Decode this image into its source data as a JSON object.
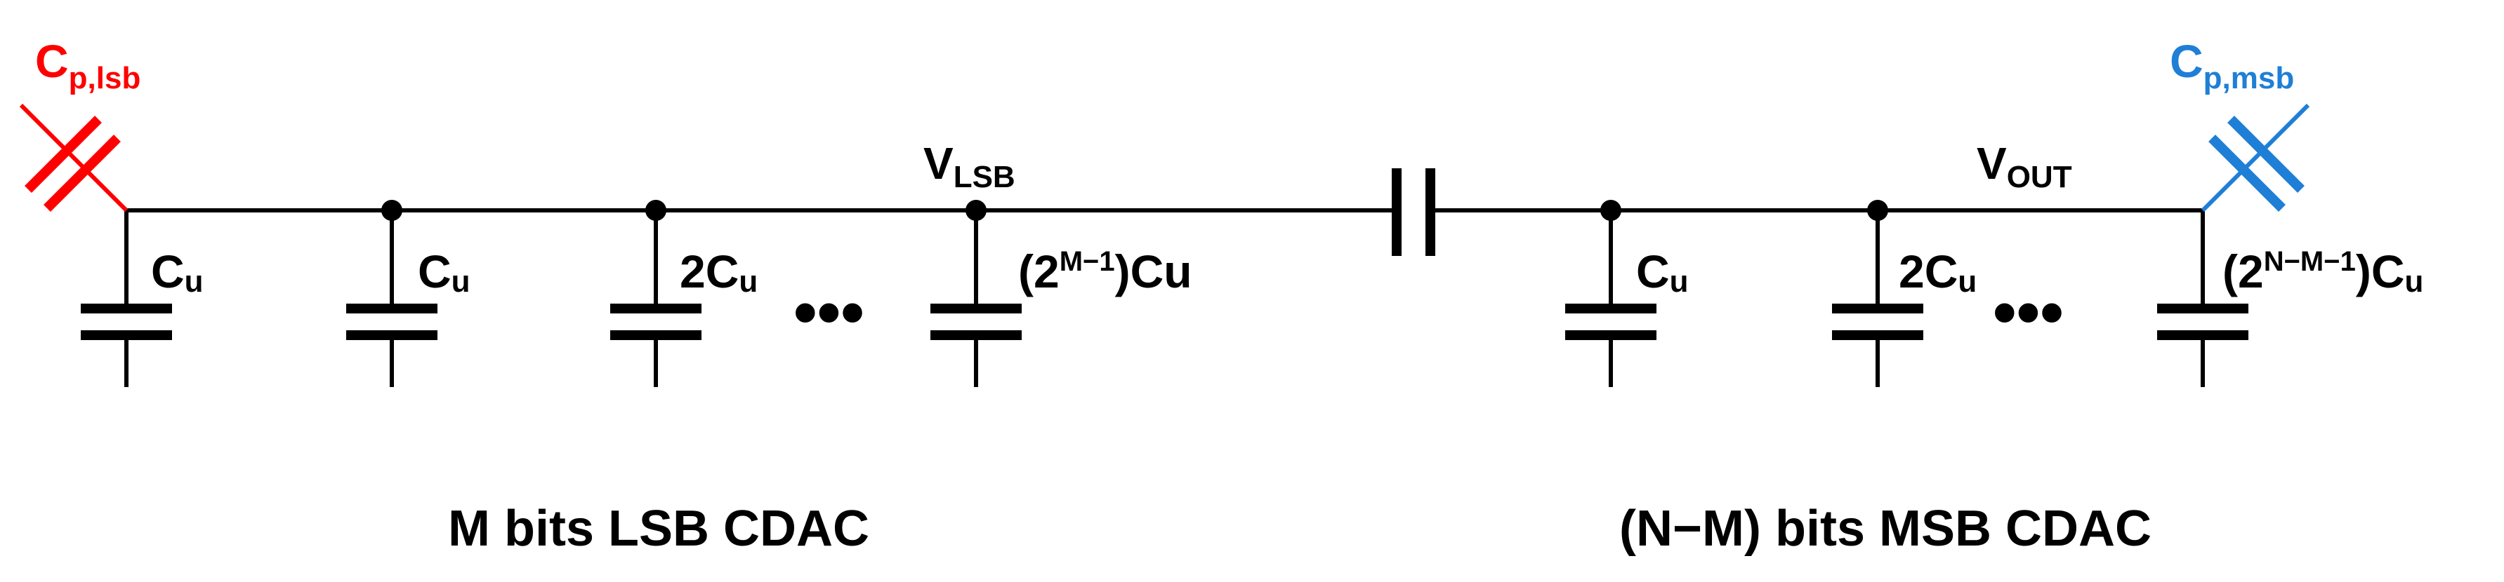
{
  "colors": {
    "wire": "#000000",
    "parasitic_lsb": "#ff0000",
    "parasitic_msb": "#1f7fd6"
  },
  "parasitic": {
    "lsb": {
      "main": "C",
      "sub": "p,lsb"
    },
    "msb": {
      "main": "C",
      "sub": "p,msb"
    }
  },
  "nodes": {
    "v_lsb": {
      "main": "V",
      "sub": "LSB"
    },
    "v_out": {
      "main": "V",
      "sub": "OUT"
    }
  },
  "caps": {
    "c1": {
      "main": "C",
      "sub": "u"
    },
    "c2": {
      "main": "C",
      "sub": "u"
    },
    "c3": {
      "main": "2C",
      "sub": "u"
    },
    "c4": {
      "pre": "(2",
      "sup": "M−1",
      "post": ")Cu"
    },
    "c5": {
      "main": "C",
      "sub": "u"
    },
    "c6": {
      "main": "2C",
      "sub": "u"
    },
    "c7": {
      "pre": "(2",
      "sup": "N−M−1",
      "post": ")C",
      "sub": "u"
    }
  },
  "ellipsis": "•••",
  "sections": {
    "lsb": "M bits LSB CDAC",
    "msb": "(N−M) bits MSB CDAC"
  }
}
